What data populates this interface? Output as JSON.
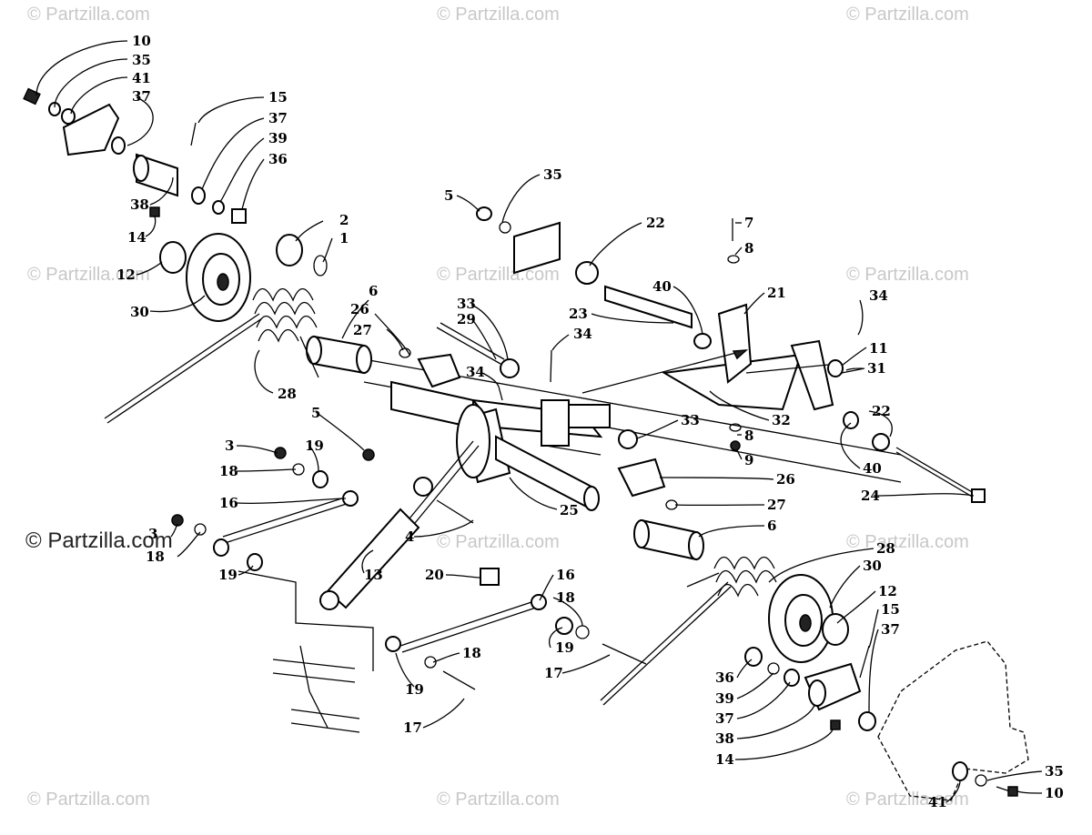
{
  "watermark": {
    "text": "© Partzilla.com",
    "prominent_text": "© Partzilla.com"
  },
  "callouts": [
    {
      "id": "c1",
      "label": "10"
    },
    {
      "id": "c2",
      "label": "35"
    },
    {
      "id": "c3",
      "label": "41"
    },
    {
      "id": "c4",
      "label": "37"
    },
    {
      "id": "c5",
      "label": "15"
    },
    {
      "id": "c6",
      "label": "37"
    },
    {
      "id": "c7",
      "label": "39"
    },
    {
      "id": "c8",
      "label": "36"
    },
    {
      "id": "c9",
      "label": "38"
    },
    {
      "id": "c10",
      "label": "14"
    },
    {
      "id": "c11",
      "label": "12"
    },
    {
      "id": "c12",
      "label": "30"
    },
    {
      "id": "c13",
      "label": "2"
    },
    {
      "id": "c14",
      "label": "1"
    },
    {
      "id": "c15",
      "label": "5"
    },
    {
      "id": "c16",
      "label": "35"
    },
    {
      "id": "c17",
      "label": "22"
    },
    {
      "id": "c18",
      "label": "7"
    },
    {
      "id": "c19",
      "label": "8"
    },
    {
      "id": "c20",
      "label": "40"
    },
    {
      "id": "c21",
      "label": "21"
    },
    {
      "id": "c22",
      "label": "34"
    },
    {
      "id": "c23",
      "label": "6"
    },
    {
      "id": "c24",
      "label": "26"
    },
    {
      "id": "c25",
      "label": "27"
    },
    {
      "id": "c26",
      "label": "33"
    },
    {
      "id": "c27",
      "label": "29"
    },
    {
      "id": "c28",
      "label": "23"
    },
    {
      "id": "c29",
      "label": "34"
    },
    {
      "id": "c30",
      "label": "34"
    },
    {
      "id": "c31",
      "label": "11"
    },
    {
      "id": "c32",
      "label": "31"
    },
    {
      "id": "c33",
      "label": "28"
    },
    {
      "id": "c34",
      "label": "5"
    },
    {
      "id": "c35",
      "label": "33"
    },
    {
      "id": "c36",
      "label": "32"
    },
    {
      "id": "c37",
      "label": "8"
    },
    {
      "id": "c38",
      "label": "22"
    },
    {
      "id": "c39",
      "label": "9"
    },
    {
      "id": "c40",
      "label": "40"
    },
    {
      "id": "c41",
      "label": "3"
    },
    {
      "id": "c42",
      "label": "19"
    },
    {
      "id": "c43",
      "label": "18"
    },
    {
      "id": "c44",
      "label": "26"
    },
    {
      "id": "c45",
      "label": "24"
    },
    {
      "id": "c46",
      "label": "16"
    },
    {
      "id": "c47",
      "label": "27"
    },
    {
      "id": "c48",
      "label": "25"
    },
    {
      "id": "c49",
      "label": "4"
    },
    {
      "id": "c50",
      "label": "6"
    },
    {
      "id": "c51",
      "label": "3"
    },
    {
      "id": "c52",
      "label": "18"
    },
    {
      "id": "c53",
      "label": "28"
    },
    {
      "id": "c54",
      "label": "30"
    },
    {
      "id": "c55",
      "label": "19"
    },
    {
      "id": "c56",
      "label": "13"
    },
    {
      "id": "c57",
      "label": "20"
    },
    {
      "id": "c58",
      "label": "16"
    },
    {
      "id": "c59",
      "label": "12"
    },
    {
      "id": "c60",
      "label": "15"
    },
    {
      "id": "c61",
      "label": "18"
    },
    {
      "id": "c62",
      "label": "37"
    },
    {
      "id": "c63",
      "label": "19"
    },
    {
      "id": "c64",
      "label": "17"
    },
    {
      "id": "c65",
      "label": "18"
    },
    {
      "id": "c66",
      "label": "36"
    },
    {
      "id": "c67",
      "label": "39"
    },
    {
      "id": "c68",
      "label": "37"
    },
    {
      "id": "c69",
      "label": "19"
    },
    {
      "id": "c70",
      "label": "38"
    },
    {
      "id": "c71",
      "label": "17"
    },
    {
      "id": "c72",
      "label": "14"
    },
    {
      "id": "c73",
      "label": "35"
    },
    {
      "id": "c74",
      "label": "41"
    },
    {
      "id": "c75",
      "label": "10"
    }
  ]
}
